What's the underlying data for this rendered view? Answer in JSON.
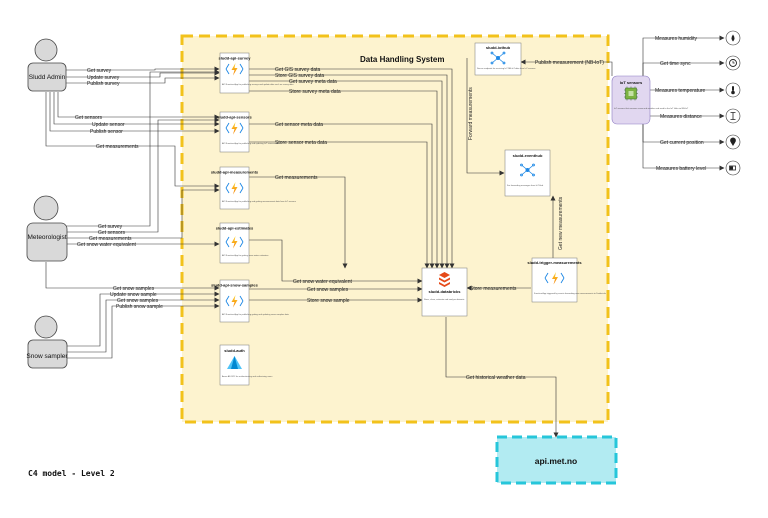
{
  "system": {
    "title": "Data Handling System",
    "bg": "#fdf3cf",
    "border": "#f2c21b"
  },
  "footer": {
    "label": "C4 model - Level 2"
  },
  "actors": {
    "admin": "Sludd Admin",
    "meteorologist": "Meteorologist",
    "sampler": "Snow sampler"
  },
  "containers": {
    "survey": {
      "name": "sludd-api-survey",
      "desc": "API Function App for publishing surveys and update data such as survey data"
    },
    "sensors": {
      "name": "sludd-api-sensors",
      "desc": "API Function App for publishing and updating IoT sensors data"
    },
    "measurements": {
      "name": "sludd-api-measurements",
      "desc": "API Function App for publishing and getting measurement data from IoT sensors"
    },
    "estimates": {
      "name": "sludd-api-estimates",
      "desc": "API Function App for getting snow water estimates"
    },
    "samples": {
      "name": "sludd-api-snow-samples",
      "desc": "API Function App for publishing getting and updating snow samples data"
    },
    "auth": {
      "name": "sludd-auth",
      "desc": "Azure AD B2C for authenticating and authorizing users"
    },
    "iothub": {
      "name": "sludd-iothub",
      "desc": "Secure endpoint for receiving IoT NB-IoT data from IoT sensors"
    },
    "eventhub": {
      "name": "sludd-eventhub",
      "desc": "For forwarding messages from IoT Hub"
    },
    "trigger": {
      "name": "sludd-trigger-measurements",
      "desc": "Function App triggered by events forwarding new measurements to Databricks"
    },
    "databricks": {
      "name": "sludd-databricks",
      "desc": "Store, clean, estimate and analyze datasets"
    },
    "iot": {
      "name": "IoT sensors",
      "desc": "IoT sensors that measure snow and weather and send to the IoT Hub via NB-IoT"
    },
    "api": {
      "name": "api.met.no"
    }
  },
  "edges": {
    "admin_get_survey": "Get survey",
    "admin_update_survey": "Update survey",
    "admin_publish_survey": "Publish survey",
    "admin_get_sensors": "Get sensors",
    "admin_update_sensor": "Update sensor",
    "admin_publish_sensor": "Publish sensor",
    "admin_get_measurements": "Get measurements",
    "met_get_survey": "Get survey",
    "met_get_sensors": "Get sensors",
    "met_get_measurements": "Get measurements",
    "met_get_swe": "Get snow water equivalent",
    "get_snow_samples": "Get snow samples",
    "update_snow_sample": "Update snow sample",
    "sampler_get_snow_samples": "Get snow samples",
    "publish_snow_sample": "Publish snow sample",
    "gis_get": "Get GIS survey data",
    "gis_store": "Store GIS survey data",
    "survey_meta_get": "Get survey meta data",
    "survey_meta_store": "Store survey meta data",
    "sensor_meta_get": "Get sensor meta data",
    "sensor_meta_store": "Store sensor meta data",
    "meas_get": "Get measurements",
    "swe_get": "Get snow water equivalent",
    "samples_get": "Get snow samples",
    "sample_store": "Store snow sample",
    "publish_measurement": "Publish measurement (NB-IoT)",
    "forward_measurements": "Forward measurements",
    "get_new_measurements": "Get new measurements",
    "store_measurements": "Store measurements",
    "historical_weather": "Get historical weather data"
  },
  "sensors": [
    {
      "label": "Measures humidity",
      "icon": "droplet-icon"
    },
    {
      "label": "Get time sync",
      "icon": "clock-icon"
    },
    {
      "label": "Measures temperature",
      "icon": "thermometer-icon"
    },
    {
      "label": "Measures distance",
      "icon": "distance-icon"
    },
    {
      "label": "Get current position",
      "icon": "location-pin-icon"
    },
    {
      "label": "Measures battery level",
      "icon": "battery-icon"
    }
  ]
}
